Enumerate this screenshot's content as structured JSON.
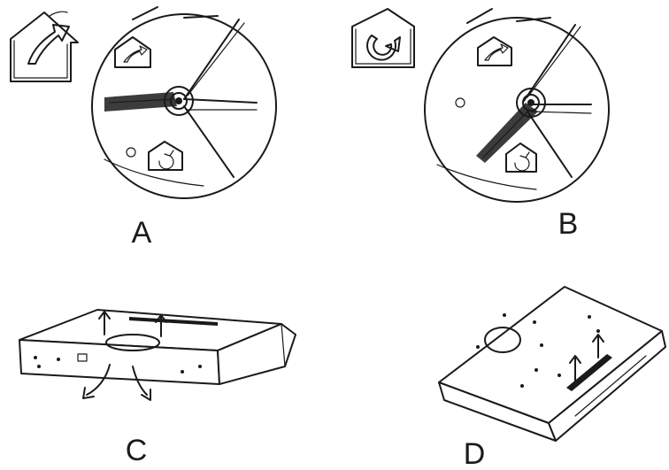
{
  "panels": {
    "a": {
      "label": "A"
    },
    "b": {
      "label": "B"
    },
    "c": {
      "label": "C"
    },
    "d": {
      "label": "D"
    }
  },
  "icons": {
    "ducted": "house-arrow-out-icon",
    "recirculating": "house-arrow-recirculate-icon"
  }
}
